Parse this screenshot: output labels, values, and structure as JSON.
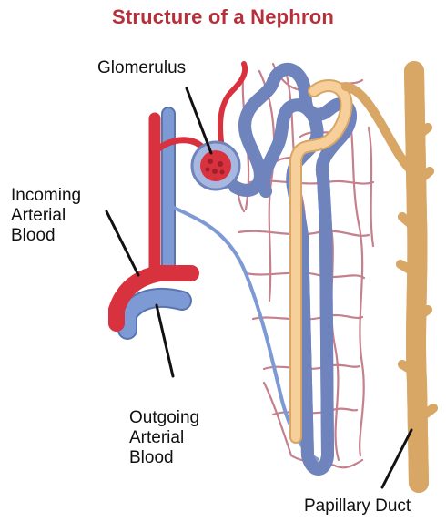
{
  "title": "Structure of a Nephron",
  "labels": {
    "glomerulus": "Glomerulus",
    "incoming": [
      "Incoming",
      "Arterial",
      "Blood"
    ],
    "outgoing": [
      "Outgoing",
      "Arterial",
      "Blood"
    ],
    "papillary_duct": "Papillary Duct"
  },
  "colors": {
    "title": "#b5303a",
    "artery": "#d9323f",
    "vein": "#7d9ad4",
    "vein_edge": "#5a74b0",
    "tubule": "#a8b7df",
    "tubule_edge": "#6f83bd",
    "duct": "#f6cf9a",
    "duct_edge": "#d9a765",
    "capillary": "#c4808c",
    "leader": "#111111"
  }
}
